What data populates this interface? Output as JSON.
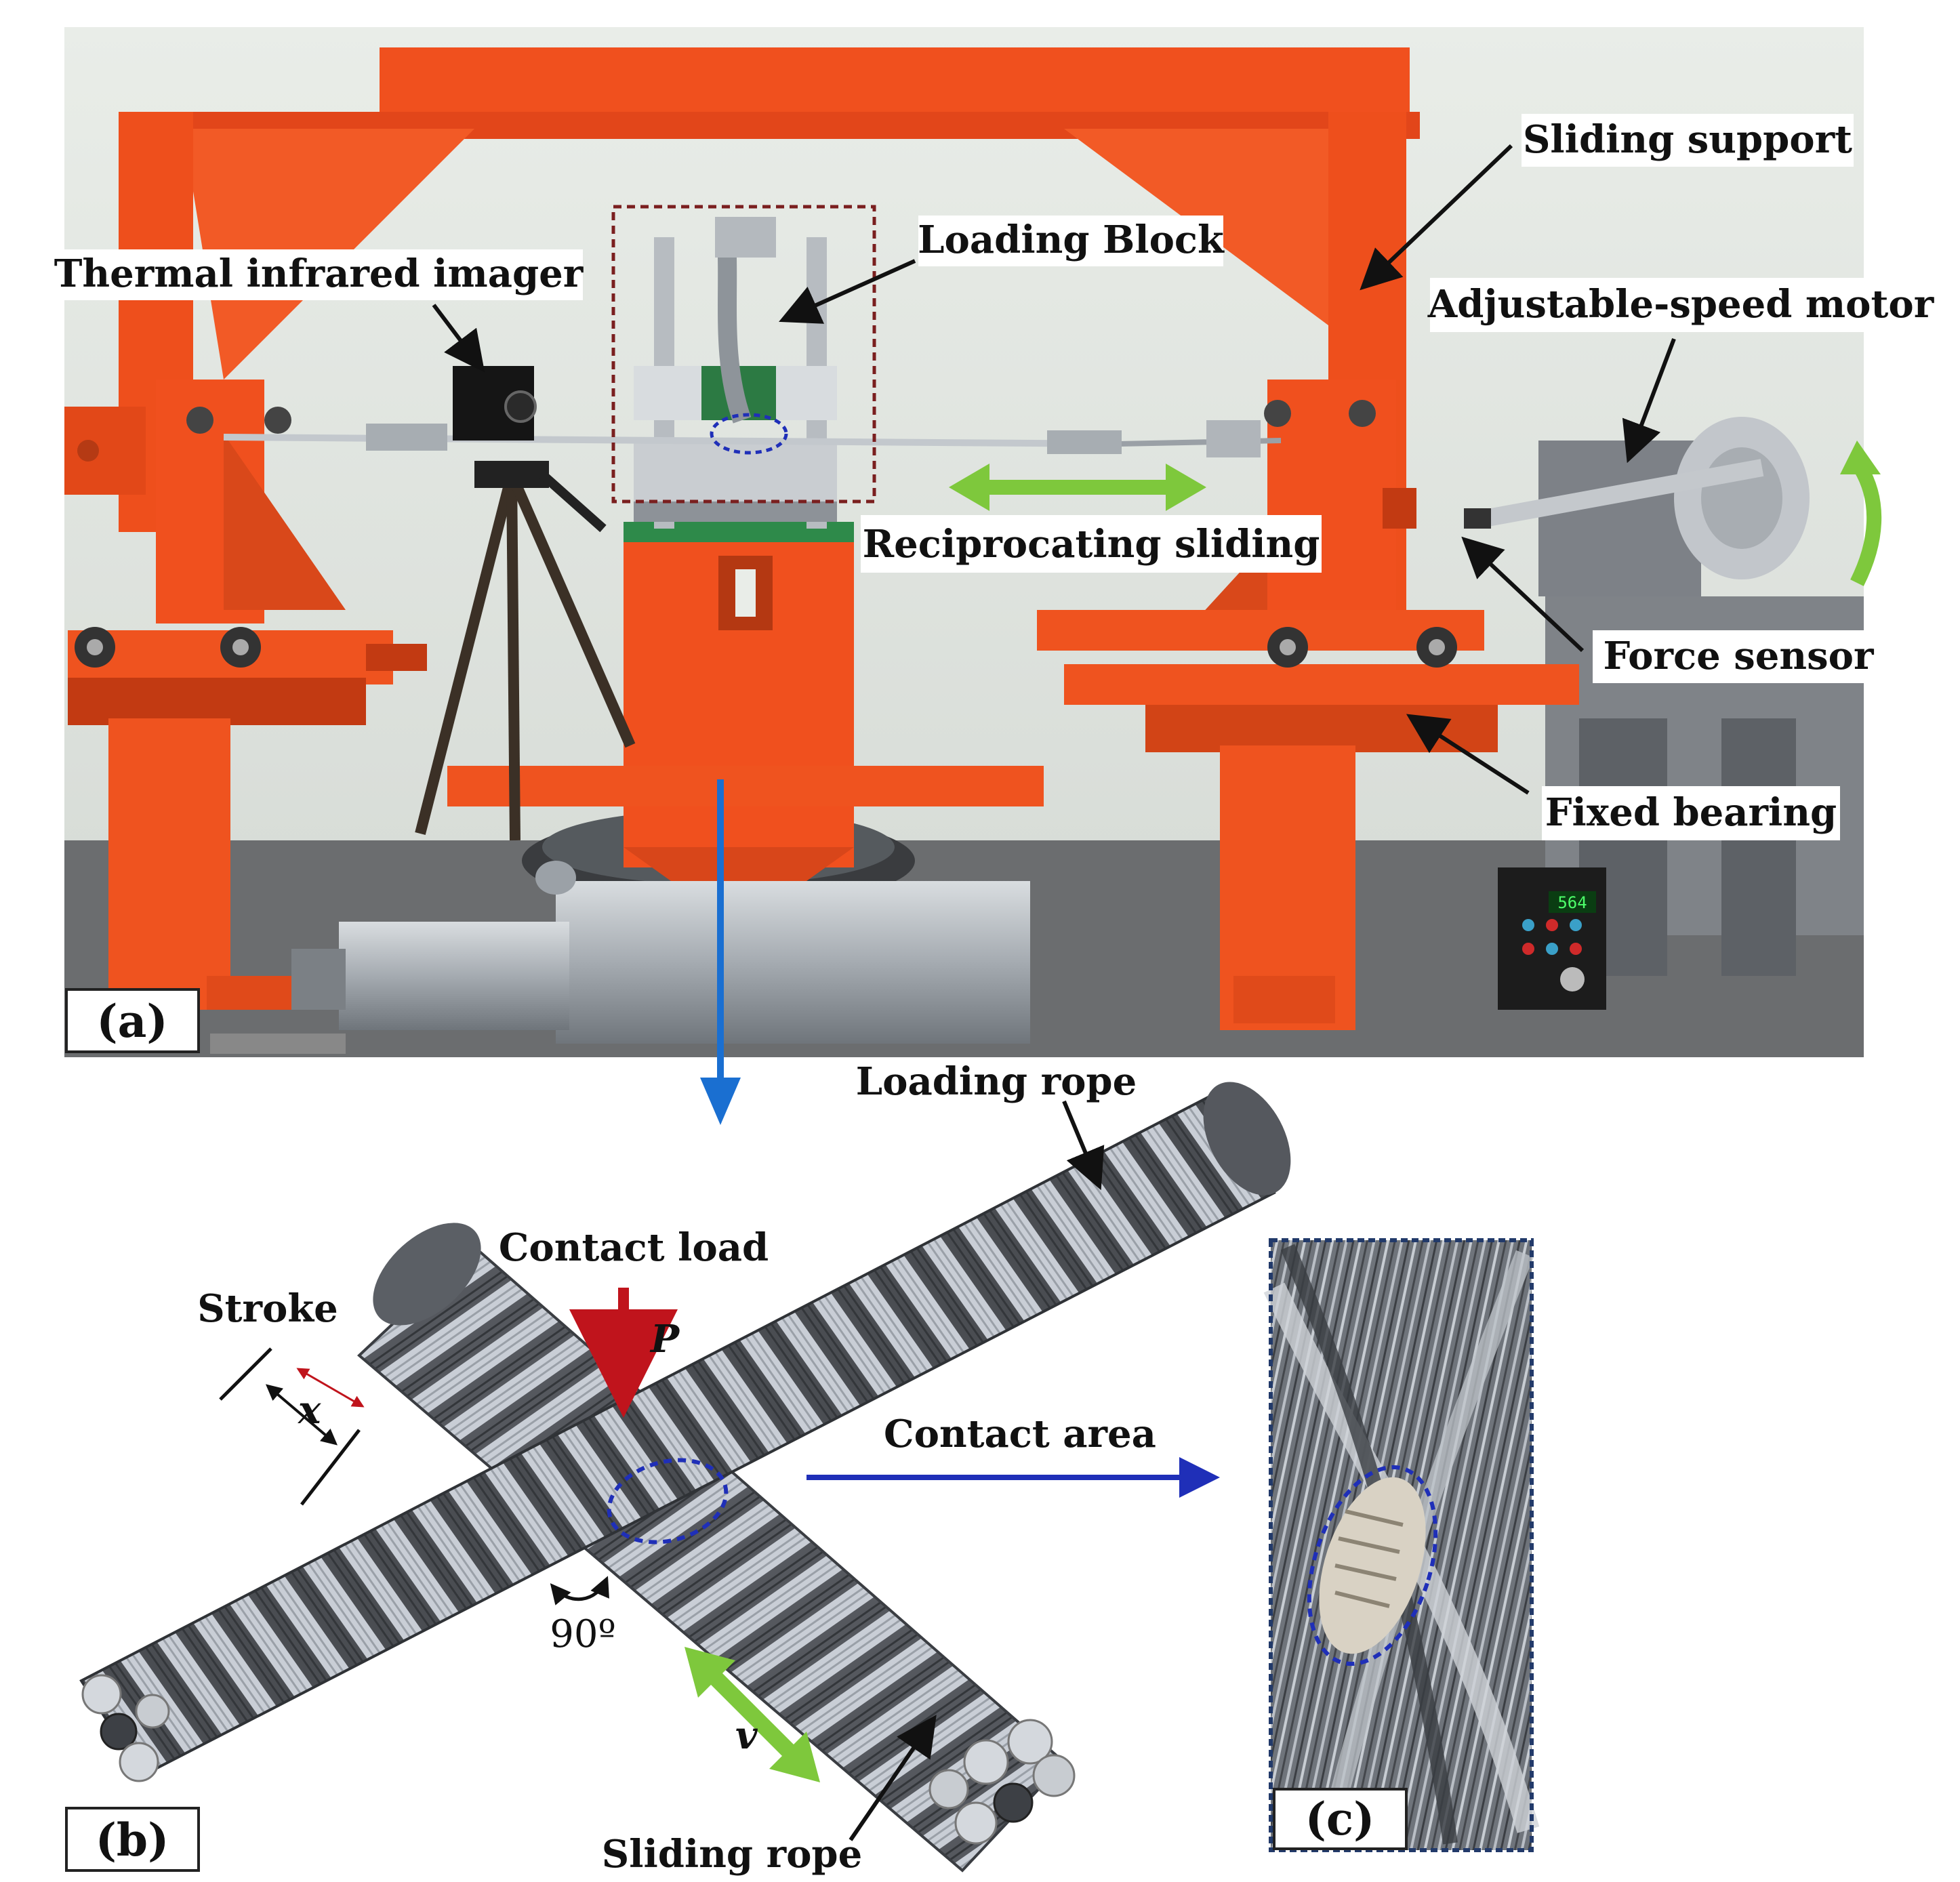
{
  "panel_a": {
    "panel_label": "(a)",
    "labels": {
      "thermal_infrared_imager": "Thermal infrared imager",
      "loading_block": "Loading Block",
      "sliding_support": "Sliding support",
      "adjustable_speed_motor": "Adjustable-speed motor",
      "reciprocating_sliding": "Reciprocating sliding",
      "force_sensor": "Force sensor",
      "fixed_bearing": "Fixed bearing"
    },
    "controller_display": "564"
  },
  "panel_b": {
    "panel_label": "(b)",
    "labels": {
      "loading_rope": "Loading rope",
      "contact_load": "Contact load",
      "load_symbol": "P",
      "stroke": "Stroke",
      "stroke_symbol": "x",
      "angle": "90º",
      "velocity_symbol": "v",
      "sliding_rope": "Sliding rope",
      "contact_area": "Contact area"
    }
  },
  "panel_c": {
    "panel_label": "(c)"
  },
  "colors": {
    "frame_orange": "#f0501e",
    "frame_dark_orange": "#c23a12",
    "blue_arrow": "#1a6fd1",
    "navy_arrow": "#1f2fb8",
    "red_arrow": "#c0141c",
    "green_arrow": "#7ec83c",
    "rope_light": "#c9ced6",
    "rope_dark": "#4a4d52"
  }
}
